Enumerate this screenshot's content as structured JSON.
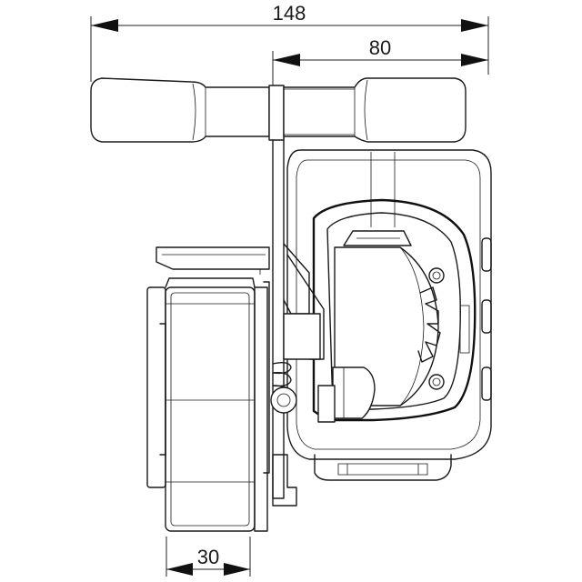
{
  "dimensions": {
    "overall_width": "148",
    "handle_offset": "80",
    "drum_width": "30"
  }
}
